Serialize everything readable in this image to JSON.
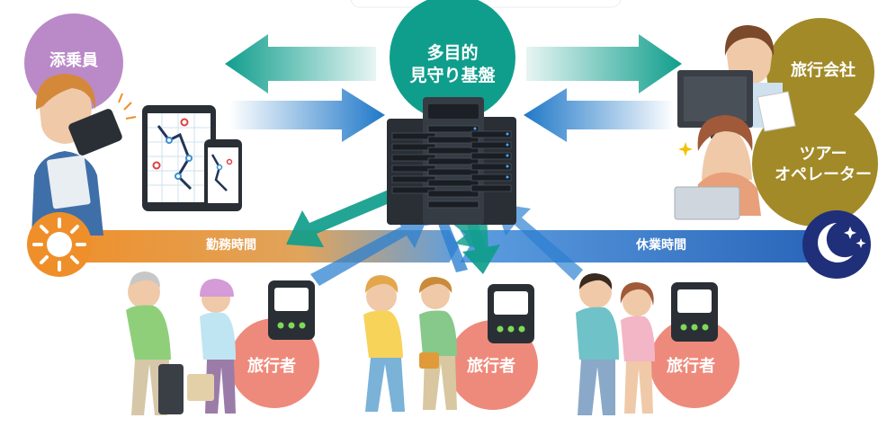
{
  "center": {
    "line1": "多目的",
    "line2": "見守り基盤"
  },
  "roles": {
    "attendant": "添乗員",
    "travel_company": "旅行会社",
    "tour_operator_line1": "ツアー",
    "tour_operator_line2": "オペレーター",
    "traveler_1": "旅行者",
    "traveler_2": "旅行者",
    "traveler_3": "旅行者"
  },
  "timeline": {
    "working_hours": "勤務時間",
    "off_hours": "休業時間"
  },
  "icons": {
    "day": "sun-icon",
    "night": "moon-stars-icon",
    "device": "handheld-terminal-icon",
    "server": "server-rack-icon"
  },
  "colors": {
    "teal": "#109e8c",
    "blue": "#1f78c8",
    "purple": "#b98ac7",
    "olive": "#a28a28",
    "coral": "#ee8a7b",
    "orange": "#ef8f2a",
    "navy": "#1f2f7a"
  }
}
